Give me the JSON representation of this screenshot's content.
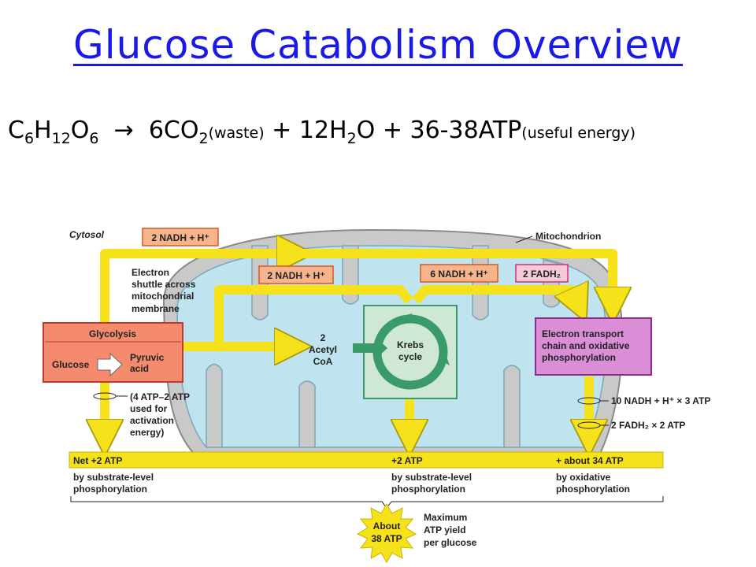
{
  "title": "Glucose Catabolism Overview",
  "equation": {
    "c": "C",
    "c_sub": "6",
    "h": "H",
    "h_sub": "12",
    "o": "O",
    "o_sub": "6",
    "arrow": "→",
    "co2": "6CO",
    "co2_sub": "2",
    "co2_note": "(waste)",
    "water": "+ 12H",
    "water_sub": "2",
    "water_o": "O",
    "atp": "+ 36-38ATP",
    "atp_note": "(useful energy)"
  },
  "diagram": {
    "cytosol": "Cytosol",
    "mitochondrion": "Mitochondrion",
    "nadh_top": "2 NADH + H⁺",
    "shuttle": [
      "Electron",
      "shuttle across",
      "mitochondrial",
      "membrane"
    ],
    "nadh_mid": "2 NADH + H⁺",
    "nadh_krebs": "6 NADH + H⁺",
    "fadh2": "2 FADH₂",
    "glycolysis_title": "Glycolysis",
    "glucose": "Glucose",
    "pyruvic": [
      "Pyruvic",
      "acid"
    ],
    "acetyl": [
      "2",
      "Acetyl",
      "CoA"
    ],
    "krebs": [
      "Krebs",
      "cycle"
    ],
    "etc": [
      "Electron transport",
      "chain and oxidative",
      "phosphorylation"
    ],
    "activation": [
      "(4 ATP–2 ATP",
      "used for",
      "activation",
      "energy)"
    ],
    "nadh_yield": "10 NADH + H⁺ × 3 ATP",
    "fadh_yield": "2 FADH₂ × 2 ATP",
    "net_atp": "Net +2 ATP",
    "krebs_atp": "+2 ATP",
    "ox_atp": "+ about 34 ATP",
    "substrate_1": [
      "by substrate-level",
      "phosphorylation"
    ],
    "substrate_2": [
      "by substrate-level",
      "phosphorylation"
    ],
    "oxidative": [
      "by oxidative",
      "phosphorylation"
    ],
    "about": [
      "About",
      "38 ATP"
    ],
    "maximum": [
      "Maximum",
      "ATP yield",
      "per glucose"
    ]
  },
  "colors": {
    "title": "#1a1ae6",
    "arrow_yellow": "#f5e21a",
    "glycolysis_fill": "#f58b6e",
    "mito_outer": "#c9c9c9",
    "mito_inner": "#bfe3ef",
    "krebs_box": "#cfe8d6",
    "krebs_arrow": "#3a9a6a",
    "etc_fill": "#d98ed6",
    "nadh_box": "#f7b38c"
  }
}
